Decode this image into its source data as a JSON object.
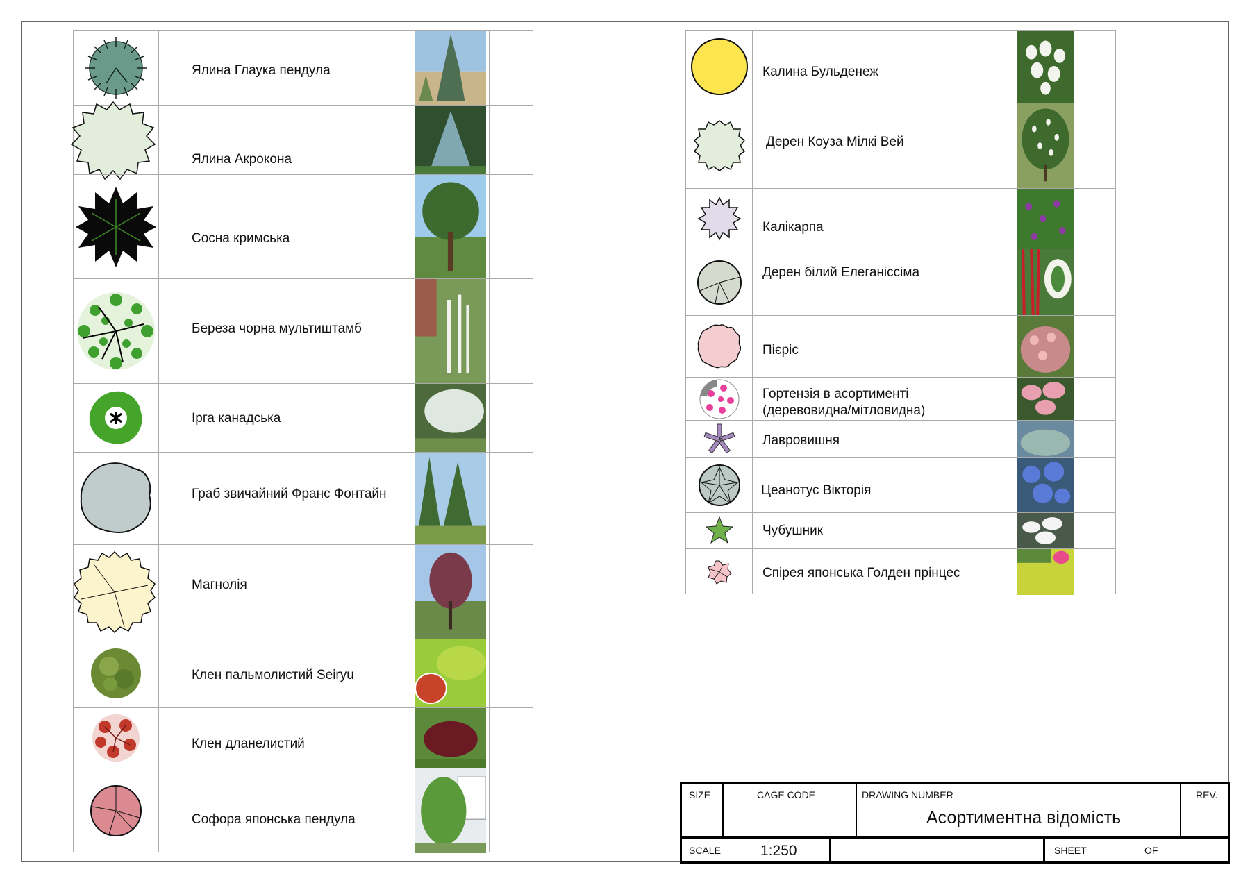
{
  "left_table": [
    {
      "name": "Ялина Глаука пендула",
      "symbol": "spiky-teal-circle-icon"
    },
    {
      "name": "Ялина Акрокона",
      "symbol": "jagged-pale-green-icon"
    },
    {
      "name": "Сосна кримська",
      "symbol": "black-star-needle-icon"
    },
    {
      "name": "Береза чорна мультиштамб",
      "symbol": "leafy-green-branch-icon"
    },
    {
      "name": "Ірга канадська",
      "symbol": "green-blob-icon"
    },
    {
      "name": "Граб звичайний Франс Фонтайн",
      "symbol": "grey-blob-icon"
    },
    {
      "name": "Магнолія",
      "symbol": "cream-scalloped-icon"
    },
    {
      "name": "Клен пальмолистий Seiryu",
      "symbol": "olive-tree-icon"
    },
    {
      "name": "Клен дланелистий",
      "symbol": "red-tree-icon"
    },
    {
      "name": "Софора японська пендула",
      "symbol": "pink-sectored-circle-icon"
    }
  ],
  "right_table": [
    {
      "name": "Калина Бульденеж",
      "symbol": "yellow-circle-icon"
    },
    {
      "name": "Дерен Коуза Мілкі Вей",
      "symbol": "pale-green-jagged-icon"
    },
    {
      "name": "Калікарпа",
      "symbol": "lavender-spiky-icon"
    },
    {
      "name": "Дерен білий Елеганіссіма",
      "symbol": "grey-sectored-circle-icon"
    },
    {
      "name": "Пієріс",
      "symbol": "pink-scalloped-icon"
    },
    {
      "name": "Гортензія в асортименті",
      "name2": "(деревовидна/мітловидна)",
      "symbol": "hydrangea-flower-icon"
    },
    {
      "name": "Лавровишня",
      "symbol": "purple-asterisk-icon"
    },
    {
      "name": "Цеанотус Вікторія",
      "symbol": "grey-star-circle-icon"
    },
    {
      "name": "Чубушник",
      "symbol": "green-star-icon"
    },
    {
      "name": "Спірея японська Голден прінцес",
      "symbol": "pink-small-star-icon"
    }
  ],
  "title_block": {
    "size_label": "SIZE",
    "cage_label": "CAGE CODE",
    "drawing_label": "DRAWING NUMBER",
    "rev_label": "REV.",
    "title": "Асортиментна відомість",
    "scale_label": "SCALE",
    "scale_value": "1:250",
    "sheet_label": "SHEET",
    "of_label": "OF"
  }
}
